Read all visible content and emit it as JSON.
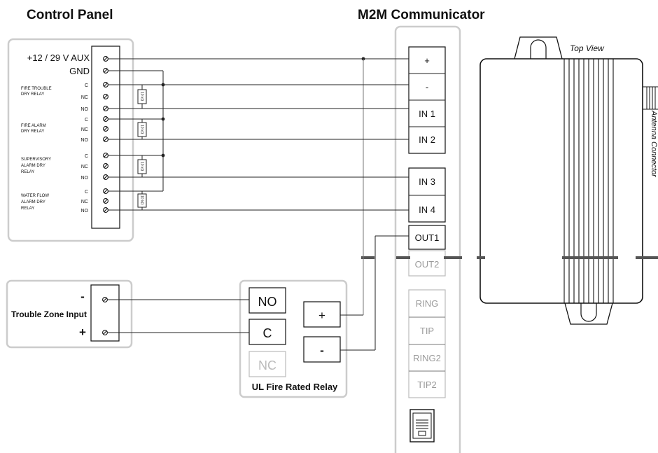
{
  "titles": {
    "control_panel": "Control Panel",
    "m2m": "M2M Communicator"
  },
  "control_panel": {
    "aux": "+12 / 29 V AUX",
    "gnd": "GND",
    "relays": [
      {
        "lines": [
          "FIRE TROUBLE",
          "DRY RELAY"
        ],
        "terms": [
          "C",
          "NC",
          "NO"
        ]
      },
      {
        "lines": [
          "FIRE ALARM",
          "DRY RELAY"
        ],
        "terms": [
          "C",
          "NC",
          "NO"
        ]
      },
      {
        "lines": [
          "SUPERVISORY",
          "ALARM DRY",
          "RELAY"
        ],
        "terms": [
          "C",
          "NC",
          "NO"
        ]
      },
      {
        "lines": [
          "WATER FLOW",
          "ALARM DRY",
          "RELAY"
        ],
        "terms": [
          "C",
          "NC",
          "NO"
        ]
      }
    ],
    "resistor_label": "10 kΩ"
  },
  "communicator": {
    "terminals": [
      "+",
      "-",
      "IN 1",
      "IN 2",
      "IN 3",
      "IN 4",
      "OUT1",
      "OUT2"
    ],
    "phone": [
      "RING",
      "TIP",
      "RING2",
      "TIP2"
    ]
  },
  "top_view": {
    "label": "Top View",
    "antenna": "Antenna Connector"
  },
  "trouble_zone": {
    "label": "Trouble Zone Input",
    "minus": "-",
    "plus": "+"
  },
  "relay": {
    "label": "UL Fire Rated Relay",
    "no": "NO",
    "c": "C",
    "nc": "NC",
    "plus": "+",
    "minus": "-"
  },
  "colors": {
    "frame": "#cccccc",
    "line": "#222222",
    "inactive": "#9a9a9a"
  }
}
